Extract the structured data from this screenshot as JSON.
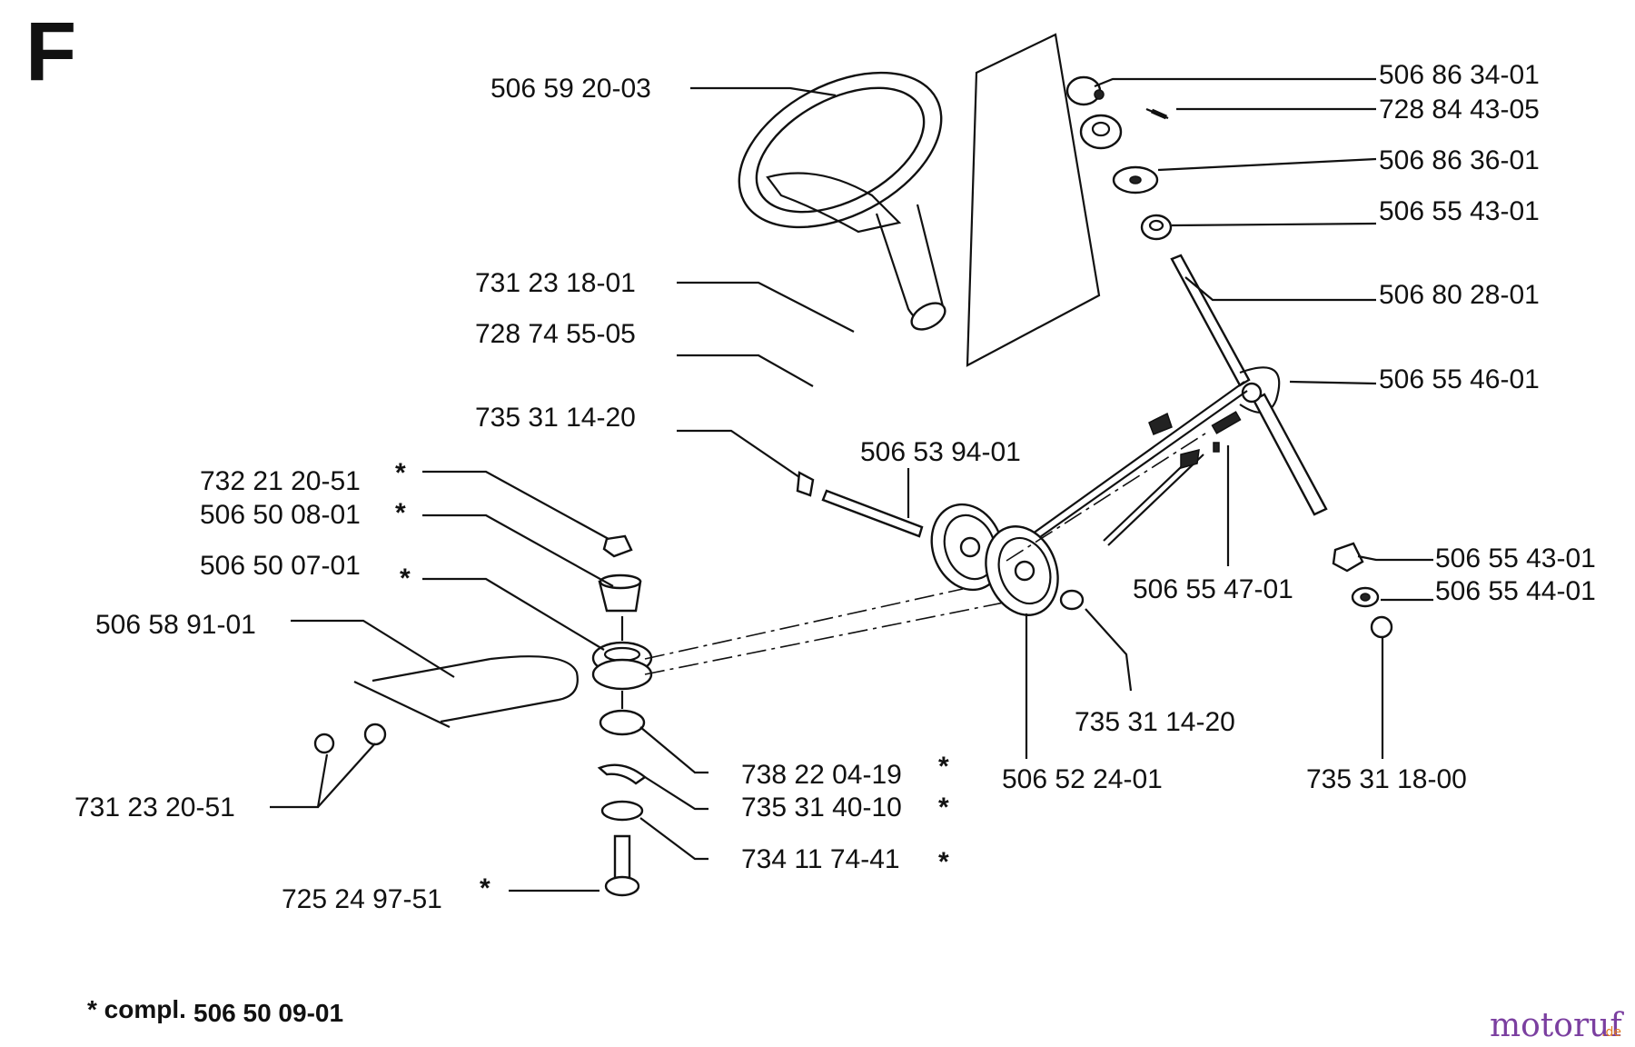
{
  "section_letter": "F",
  "footnote": {
    "marker": "* compl.",
    "number": "506 50 09-01"
  },
  "watermark": {
    "main": "motoruf",
    "suffix": ".de"
  },
  "parts": {
    "p_506_59_20_03": "506 59 20-03",
    "p_506_86_34_01": "506 86 34-01",
    "p_728_84_43_05": "728 84 43-05",
    "p_506_86_36_01": "506 86 36-01",
    "p_506_55_43_01_top": "506 55 43-01",
    "p_506_80_28_01": "506 80 28-01",
    "p_506_55_46_01": "506 55 46-01",
    "p_731_23_18_01": "731 23 18-01",
    "p_728_74_55_05": "728 74 55-05",
    "p_735_31_14_20_top": "735 31 14-20",
    "p_506_53_94_01": "506 53 94-01",
    "p_732_21_20_51": "732 21 20-51",
    "p_506_50_08_01": "506 50 08-01",
    "p_506_50_07_01": "506 50 07-01",
    "p_506_58_91_01": "506 58 91-01",
    "p_506_55_47_01": "506 55 47-01",
    "p_506_55_43_01_bottom": "506 55 43-01",
    "p_506_55_44_01": "506 55 44-01",
    "p_735_31_14_20_bottom": "735 31 14-20",
    "p_506_52_24_01": "506 52 24-01",
    "p_735_31_18_00": "735 31 18-00",
    "p_738_22_04_19": "738 22 04-19",
    "p_735_31_40_10": "735 31 40-10",
    "p_734_11_74_41": "734 11 74-41",
    "p_731_23_20_51": "731 23 20-51",
    "p_725_24_97_51": "725 24 97-51"
  },
  "asterisk": "*"
}
